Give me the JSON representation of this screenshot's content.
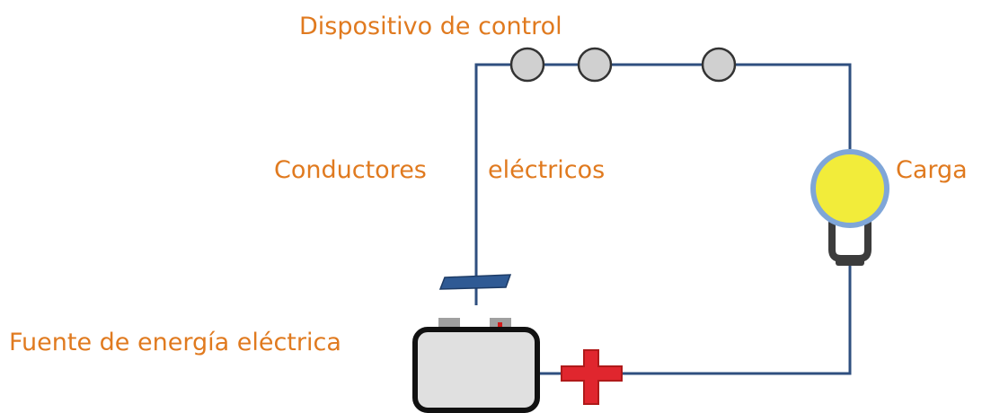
{
  "colors": {
    "label": "#e07a1f",
    "wire": "#2f4f7f",
    "switch_fill": "#d0d0d0",
    "switch_stroke": "#333333",
    "bulb_fill": "#f2ec3a",
    "bulb_ring": "#7fa6d8",
    "bulb_base": "#3c3c3c",
    "battery_body": "#e0e0e0",
    "battery_outline": "#111111",
    "terminal": "#a0a0a0",
    "terminal_mark": "#d21c1c",
    "plus": "#e0262e",
    "plus_outline": "#b01a1a",
    "minus_plate": "#2f5a94"
  },
  "labels": {
    "control_device": "Dispositivo de control",
    "conductors_left": "Conductores",
    "conductors_right": "eléctricos",
    "load": "Carga",
    "power_source": "Fuente de energía eléctrica"
  },
  "icons": {
    "switches": [
      "switch-icon",
      "switch-icon",
      "switch-icon"
    ],
    "load": "lightbulb-icon",
    "source": "battery-icon",
    "positive": "plus-sign-icon",
    "negative": "minus-plate-icon"
  }
}
